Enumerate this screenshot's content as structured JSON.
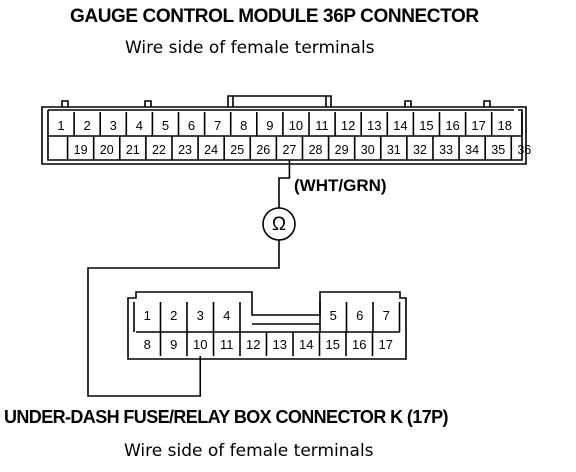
{
  "top_connector": {
    "title": "GAUGE CONTROL MODULE 36P CONNECTOR",
    "subtitle": "Wire side of female terminals",
    "row1": [
      "1",
      "2",
      "3",
      "4",
      "5",
      "6",
      "7",
      "8",
      "9",
      "10",
      "11",
      "12",
      "13",
      "14",
      "15",
      "16",
      "17",
      "18"
    ],
    "row2": [
      "19",
      "20",
      "21",
      "22",
      "23",
      "24",
      "25",
      "26",
      "27",
      "28",
      "29",
      "30",
      "31",
      "32",
      "33",
      "34",
      "35",
      "36"
    ],
    "probed_pin": "27"
  },
  "wire_label": "(WHT/GRN)",
  "meter_symbol": "Ω",
  "bottom_connector": {
    "title": "UNDER-DASH FUSE/RELAY BOX CONNECTOR K (17P)",
    "subtitle": "Wire side of female terminals",
    "row1_left": [
      "1",
      "2",
      "3",
      "4"
    ],
    "row1_right": [
      "5",
      "6",
      "7"
    ],
    "row2": [
      "8",
      "9",
      "10",
      "11",
      "12",
      "13",
      "14",
      "15",
      "16",
      "17"
    ],
    "probed_pin": "10"
  }
}
